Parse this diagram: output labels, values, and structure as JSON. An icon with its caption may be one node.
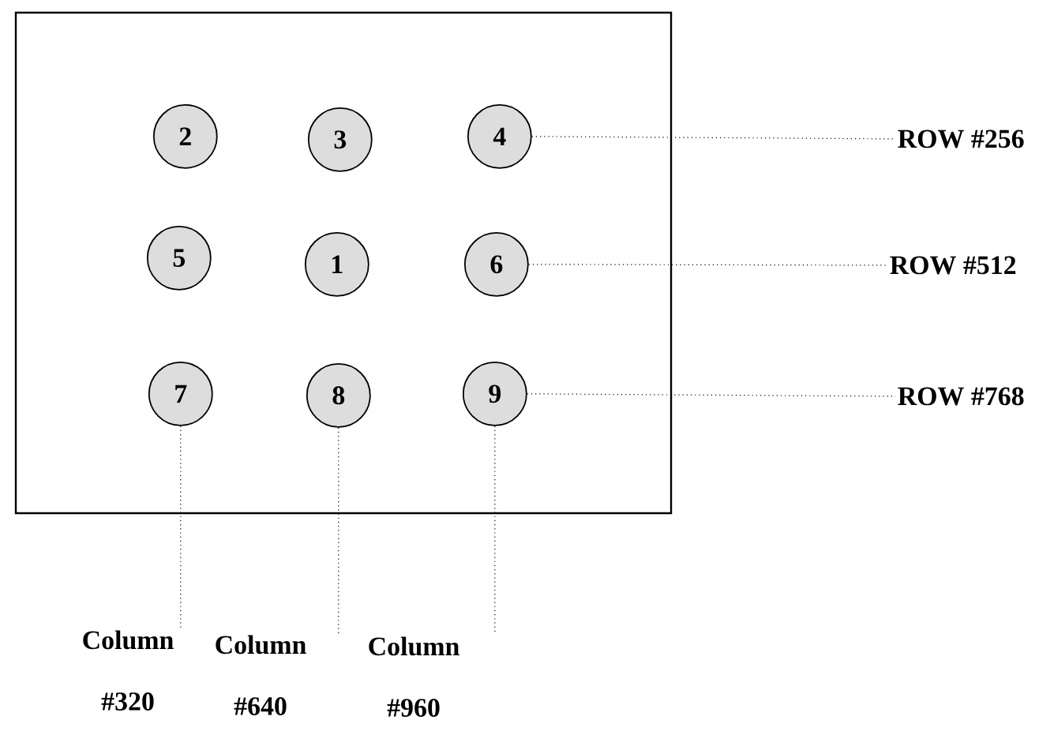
{
  "diagram": {
    "nodes": [
      {
        "text": [],
        "shape": "box"
      },
      {
        "text": [
          "2"
        ],
        "in": 0
      },
      {
        "text": [
          "3"
        ],
        "in": 0
      },
      {
        "text": [
          "4"
        ],
        "in": 0
      },
      {
        "text": [
          "5"
        ],
        "in": 0
      },
      {
        "text": [
          "1"
        ],
        "in": 0
      },
      {
        "text": [
          "6"
        ],
        "in": 0
      },
      {
        "text": [
          "7"
        ],
        "in": 0
      },
      {
        "text": [
          "8"
        ],
        "in": 0
      },
      {
        "text": [
          "9"
        ],
        "in": 0
      },
      {
        "text": [
          "ROW #256"
        ]
      },
      {
        "text": [
          "ROW #512"
        ]
      },
      {
        "text": [
          "ROW #768"
        ]
      },
      {
        "text": [
          "Column #320"
        ]
      },
      {
        "text": [
          "Column #640"
        ]
      },
      {
        "text": [
          "Column #960"
        ]
      }
    ],
    "edges": [
      {
        "from": 3,
        "to": 10,
        "arrow": "none"
      },
      {
        "from": 6,
        "to": 11,
        "arrow": "none"
      },
      {
        "from": 9,
        "to": 12,
        "arrow": "none"
      },
      {
        "from": 7,
        "to": 13,
        "arrow": "none"
      },
      {
        "from": 8,
        "to": 14,
        "arrow": "none"
      },
      {
        "from": 9,
        "to": 15,
        "arrow": "none"
      }
    ]
  }
}
